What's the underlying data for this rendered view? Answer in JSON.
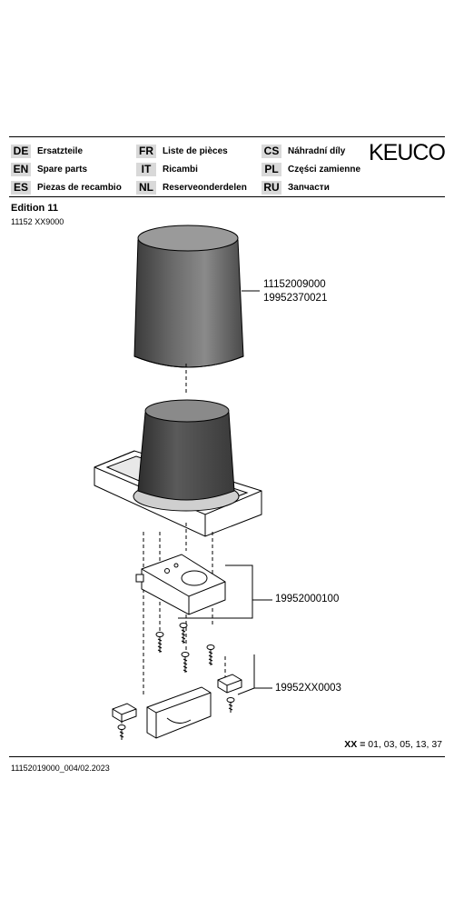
{
  "header": {
    "languages": [
      {
        "code": "DE",
        "label": "Ersatzteile"
      },
      {
        "code": "EN",
        "label": "Spare parts"
      },
      {
        "code": "ES",
        "label": "Piezas de recambio"
      },
      {
        "code": "FR",
        "label": "Liste de pièces"
      },
      {
        "code": "IT",
        "label": "Ricambi"
      },
      {
        "code": "NL",
        "label": "Reserveonderdelen"
      },
      {
        "code": "CS",
        "label": "Náhradní díly"
      },
      {
        "code": "PL",
        "label": "Części zamienne"
      },
      {
        "code": "RU",
        "label": "Запчасти"
      }
    ],
    "brand": "KEUCO"
  },
  "edition": "Edition 11",
  "article_number": "11152 XX9000",
  "parts": [
    {
      "numbers": [
        "11152009000",
        "19952370021"
      ]
    },
    {
      "numbers": [
        "19952000100"
      ]
    },
    {
      "numbers": [
        "19952XX0003"
      ]
    }
  ],
  "color_note": {
    "label": "XX =",
    "values": "01, 03, 05, 13, 37"
  },
  "footer": {
    "document_id": "11152019000_004/02.2023"
  }
}
